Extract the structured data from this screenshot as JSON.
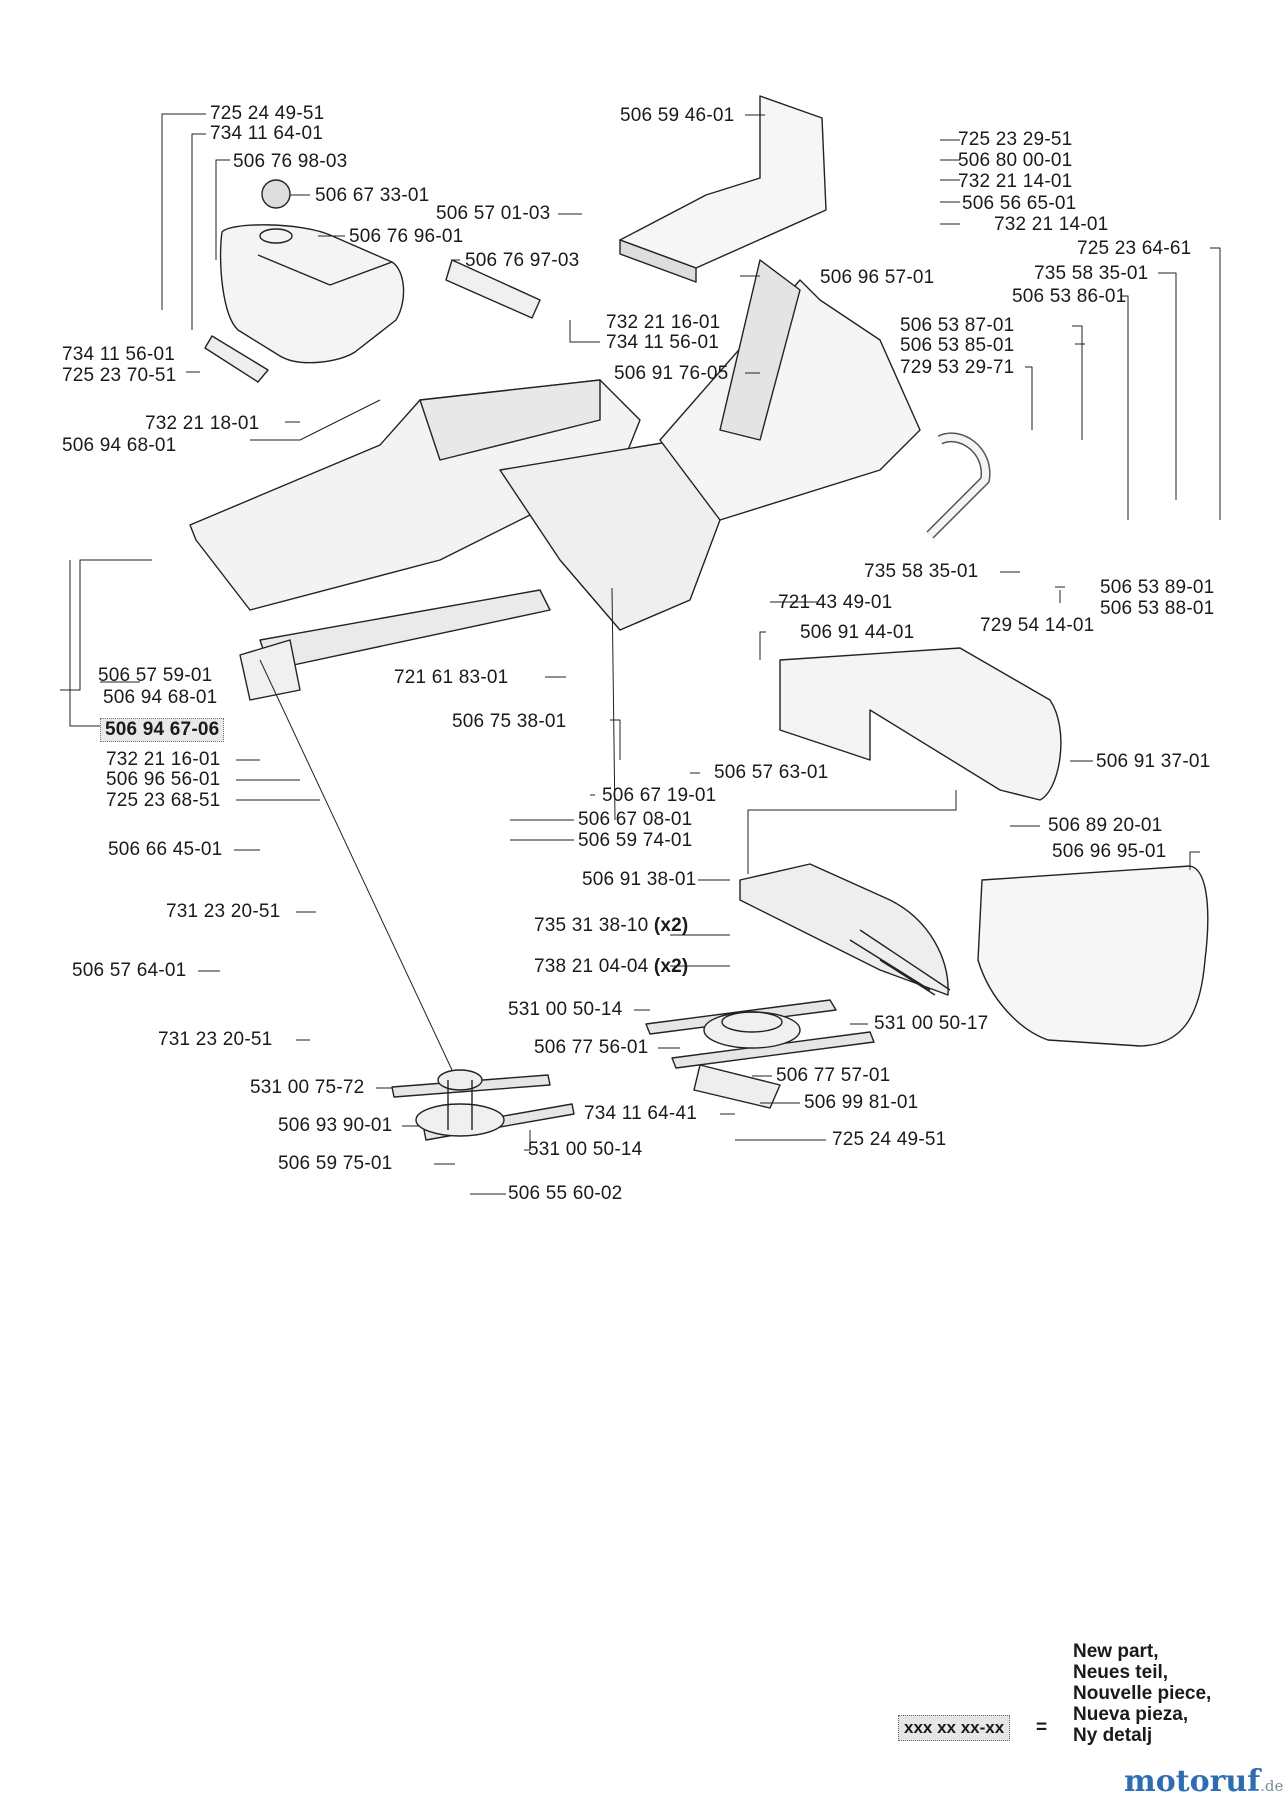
{
  "labels": [
    {
      "id": "725-24-49-51-a",
      "text": "725 24 49-51"
    },
    {
      "id": "734-11-64-01",
      "text": "734 11 64-01"
    },
    {
      "id": "506-76-98-03",
      "text": "506 76 98-03"
    },
    {
      "id": "506-67-33-01",
      "text": "506 67 33-01"
    },
    {
      "id": "506-76-96-01",
      "text": "506 76 96-01"
    },
    {
      "id": "506-76-97-03",
      "text": "506 76 97-03"
    },
    {
      "id": "732-21-16-01-a",
      "text": "732 21 16-01"
    },
    {
      "id": "734-11-56-01-a",
      "text": "734 11 56-01"
    },
    {
      "id": "734-11-56-01-b",
      "text": "734 11 56-01"
    },
    {
      "id": "725-23-70-51",
      "text": "725 23 70-51"
    },
    {
      "id": "732-21-18-01",
      "text": "732 21 18-01"
    },
    {
      "id": "506-94-68-01-a",
      "text": "506 94 68-01"
    },
    {
      "id": "506-59-46-01",
      "text": "506 59 46-01"
    },
    {
      "id": "506-57-01-03",
      "text": "506 57 01-03"
    },
    {
      "id": "725-23-29-51",
      "text": "725 23 29-51"
    },
    {
      "id": "506-80-00-01",
      "text": "506 80 00-01"
    },
    {
      "id": "732-21-14-01-a",
      "text": "732 21 14-01"
    },
    {
      "id": "506-56-65-01",
      "text": "506 56 65-01"
    },
    {
      "id": "732-21-14-01-b",
      "text": "732 21 14-01"
    },
    {
      "id": "725-23-64-61",
      "text": "725 23 64-61"
    },
    {
      "id": "735-58-35-01-a",
      "text": "735 58 35-01"
    },
    {
      "id": "506-53-86-01",
      "text": "506 53 86-01"
    },
    {
      "id": "506-96-57-01",
      "text": "506 96 57-01"
    },
    {
      "id": "506-53-87-01",
      "text": "506 53 87-01"
    },
    {
      "id": "506-53-85-01",
      "text": "506 53 85-01"
    },
    {
      "id": "729-53-29-71",
      "text": "729 53 29-71"
    },
    {
      "id": "506-91-76-05",
      "text": "506 91 76-05"
    },
    {
      "id": "735-58-35-01-b",
      "text": "735 58 35-01"
    },
    {
      "id": "506-53-89-01",
      "text": "506 53 89-01"
    },
    {
      "id": "506-53-88-01",
      "text": "506 53 88-01"
    },
    {
      "id": "721-43-49-01",
      "text": "721 43 49-01"
    },
    {
      "id": "729-54-14-01",
      "text": "729 54 14-01"
    },
    {
      "id": "506-91-44-01",
      "text": "506 91 44-01"
    },
    {
      "id": "506-57-59-01",
      "text": "506 57 59-01"
    },
    {
      "id": "506-94-68-01-b",
      "text": "506 94 68-01"
    },
    {
      "id": "721-61-83-01",
      "text": "721 61 83-01"
    },
    {
      "id": "506-75-38-01",
      "text": "506 75 38-01"
    },
    {
      "id": "506-57-63-01",
      "text": "506 57 63-01"
    },
    {
      "id": "506-91-37-01",
      "text": "506 91 37-01"
    },
    {
      "id": "732-21-16-01-b",
      "text": "732 21 16-01"
    },
    {
      "id": "506-96-56-01",
      "text": "506 96 56-01"
    },
    {
      "id": "725-23-68-51",
      "text": "725 23 68-51"
    },
    {
      "id": "506-67-19-01",
      "text": "506 67 19-01"
    },
    {
      "id": "506-67-08-01",
      "text": "506 67 08-01"
    },
    {
      "id": "506-59-74-01",
      "text": "506 59 74-01"
    },
    {
      "id": "506-89-20-01",
      "text": "506 89 20-01"
    },
    {
      "id": "506-96-95-01",
      "text": "506 96 95-01"
    },
    {
      "id": "506-66-45-01",
      "text": "506 66 45-01"
    },
    {
      "id": "506-91-38-01",
      "text": "506 91 38-01"
    },
    {
      "id": "731-23-20-51-a",
      "text": "731 23 20-51"
    },
    {
      "id": "735-31-38-10",
      "text": "735 31 38-10",
      "qty": "(x2)"
    },
    {
      "id": "738-21-04-04",
      "text": "738 21 04-04",
      "qty": "(x2)"
    },
    {
      "id": "506-57-64-01",
      "text": "506 57 64-01"
    },
    {
      "id": "531-00-50-14-a",
      "text": "531 00 50-14"
    },
    {
      "id": "531-00-50-17",
      "text": "531 00 50-17"
    },
    {
      "id": "506-77-56-01",
      "text": "506 77 56-01"
    },
    {
      "id": "731-23-20-51-b",
      "text": "731 23 20-51"
    },
    {
      "id": "506-77-57-01",
      "text": "506 77 57-01"
    },
    {
      "id": "531-00-75-72",
      "text": "531 00 75-72"
    },
    {
      "id": "506-99-81-01",
      "text": "506 99 81-01"
    },
    {
      "id": "506-93-90-01",
      "text": "506 93 90-01"
    },
    {
      "id": "734-11-64-41",
      "text": "734 11 64-41"
    },
    {
      "id": "725-24-49-51-b",
      "text": "725 24 49-51"
    },
    {
      "id": "531-00-50-14-b",
      "text": "531 00 50-14"
    },
    {
      "id": "506-59-75-01",
      "text": "506 59 75-01"
    },
    {
      "id": "506-55-60-02",
      "text": "506 55 60-02"
    },
    {
      "id": "506-94-67-06",
      "text": "506 94 67-06",
      "new": true
    }
  ],
  "legend": {
    "lines": [
      "New part,",
      "Neues teil,",
      "Nouvelle piece,",
      "Nueva pieza,",
      "Ny detalj"
    ],
    "placeholder": "xxx xx xx-xx",
    "equals": "="
  },
  "watermark": {
    "brand": "motoruf",
    "suffix": ".de"
  }
}
